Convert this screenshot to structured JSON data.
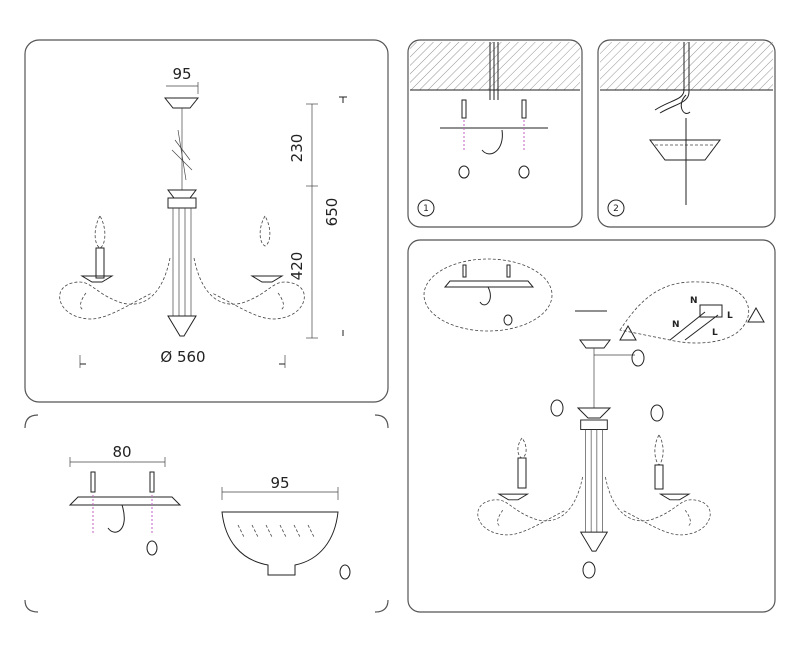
{
  "panel_overview": {
    "canopy_width": "95",
    "upper_height": "230",
    "lower_height": "420",
    "total_height": "650",
    "diameter": "Ø 560"
  },
  "panel_step1": {
    "step_number": "1"
  },
  "panel_step2": {
    "step_number": "2"
  },
  "panel_mounting_bar": {
    "bar_width": "80"
  },
  "panel_canopy": {
    "canopy_width": "95"
  },
  "panel_assembly": {
    "wiring_labels": [
      "N",
      "L",
      "N",
      "L"
    ]
  },
  "colors": {
    "line": "#222222",
    "panel_border": "#555555",
    "screw_accent": "#c060c0"
  }
}
